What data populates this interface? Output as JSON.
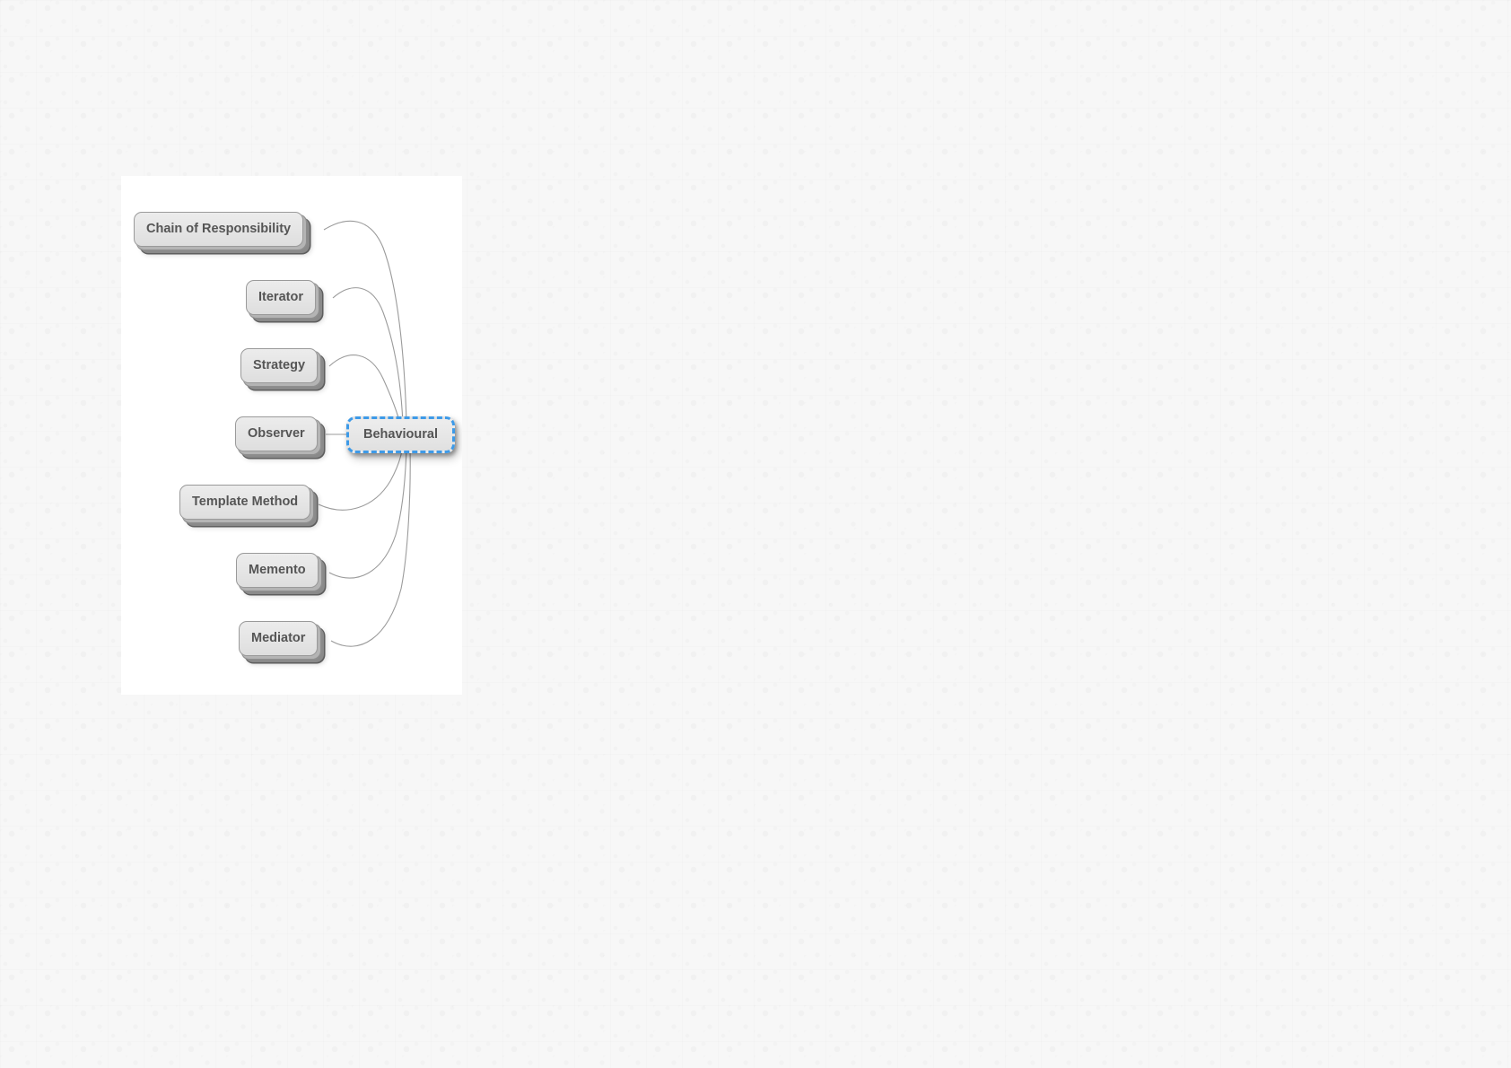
{
  "app": {
    "type": "mind-map-editor",
    "canvas_background": "#ffffff",
    "page_background": "#f7f7f7"
  },
  "mindmap": {
    "central_node": {
      "label": "Behavioural",
      "selected": true,
      "selection_color": "#3d9ae8"
    },
    "node_text_color": "#555555",
    "node_fill_color": "#e8e8e8",
    "node_border_color": "#9a9a9a",
    "connector_color": "#8a8a8a",
    "children": [
      {
        "label": "Chain of Responsibility"
      },
      {
        "label": "Iterator"
      },
      {
        "label": "Strategy"
      },
      {
        "label": "Observer"
      },
      {
        "label": "Template Method"
      },
      {
        "label": "Memento"
      },
      {
        "label": "Mediator"
      }
    ]
  },
  "chart_data": {
    "type": "diagram",
    "title": "Behavioural",
    "layout": "radial-left-branching",
    "root": "Behavioural",
    "nodes": [
      "Behavioural",
      "Chain of Responsibility",
      "Iterator",
      "Strategy",
      "Observer",
      "Template Method",
      "Memento",
      "Mediator"
    ],
    "edges": [
      {
        "from": "Behavioural",
        "to": "Chain of Responsibility"
      },
      {
        "from": "Behavioural",
        "to": "Iterator"
      },
      {
        "from": "Behavioural",
        "to": "Strategy"
      },
      {
        "from": "Behavioural",
        "to": "Observer"
      },
      {
        "from": "Behavioural",
        "to": "Template Method"
      },
      {
        "from": "Behavioural",
        "to": "Memento"
      },
      {
        "from": "Behavioural",
        "to": "Mediator"
      }
    ]
  }
}
